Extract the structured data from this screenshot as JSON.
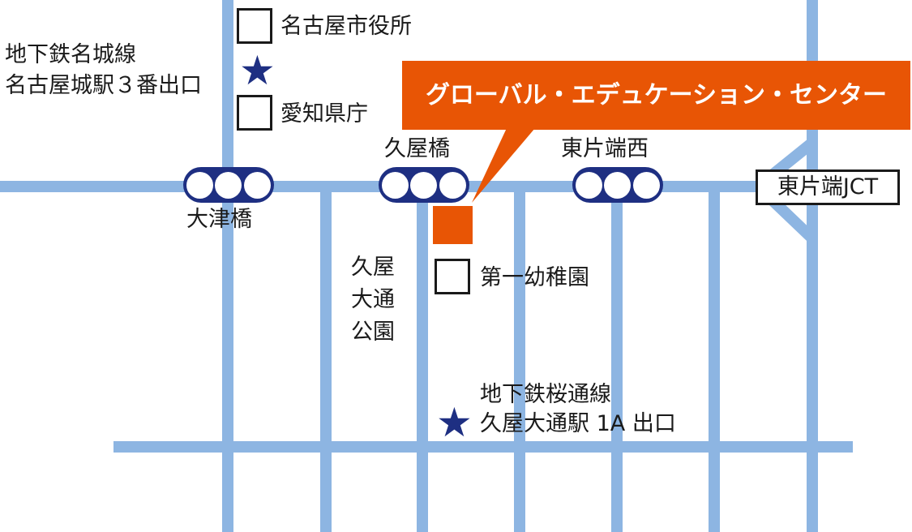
{
  "colors": {
    "road": "#8db5e2",
    "venue": "#e85505",
    "marker": "#1e2f82",
    "text": "#1a1a1a"
  },
  "venue": {
    "name": "グローバル・エデュケーション・センター"
  },
  "landmarks": {
    "city_hall": "名古屋市役所",
    "pref_office": "愛知県庁",
    "kindergarten": "第一幼稚園"
  },
  "stations": {
    "meijo": {
      "line": "地下鉄名城線",
      "exit": "名古屋城駅３番出口",
      "icon": "star-icon"
    },
    "sakuradori": {
      "line": "地下鉄桜通線",
      "exit": "久屋大通駅 1A 出口",
      "icon": "star-icon"
    }
  },
  "interchanges": {
    "otsubashi": "大津橋",
    "hisayabashi": "久屋橋",
    "higashikataha_nishi": "東片端西",
    "jct": "東片端JCT"
  },
  "park": {
    "chars": [
      "久屋",
      "大通",
      "公園"
    ]
  }
}
